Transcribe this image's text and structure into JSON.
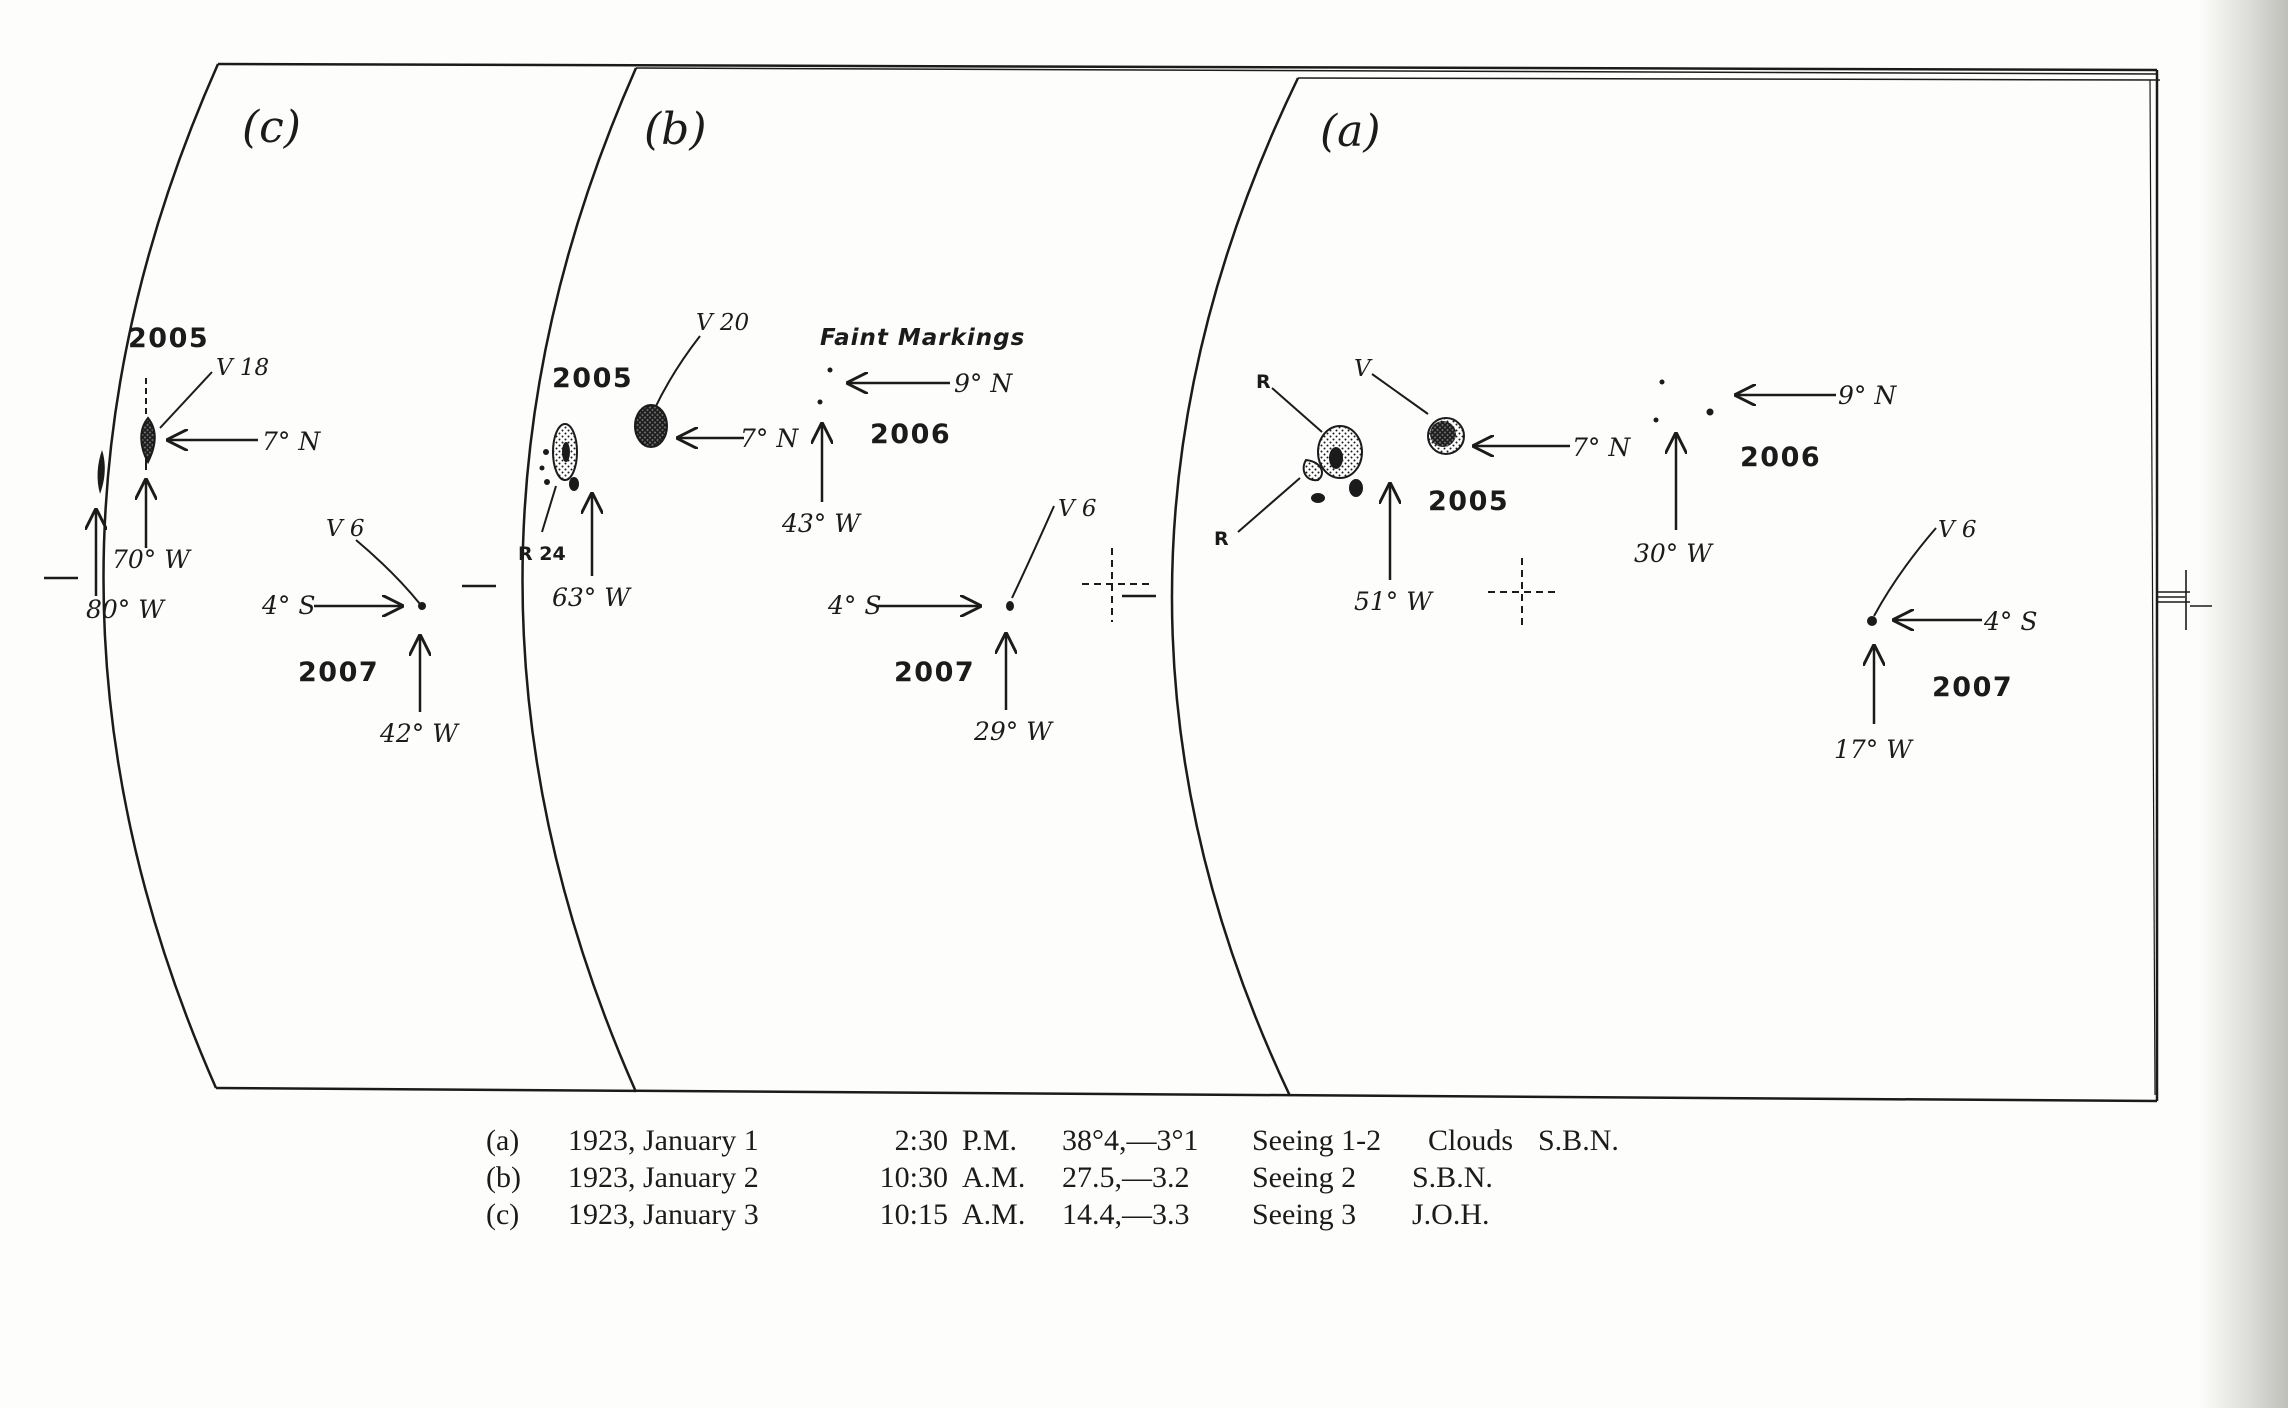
{
  "panels": [
    {
      "id": "a",
      "letter": "(a)",
      "spots": [
        {
          "number": "2005",
          "label": "V",
          "extra_label": "R",
          "longitude": "51° W",
          "latitude": "7° N"
        },
        {
          "number": "2006",
          "longitude": "30° W",
          "latitude": "9° N"
        },
        {
          "number": "2007",
          "label": "V 6",
          "longitude": "17° W",
          "latitude": "4° S"
        }
      ]
    },
    {
      "id": "b",
      "letter": "(b)",
      "note": "Faint Markings",
      "spots": [
        {
          "number": "2005",
          "label": "V 20",
          "extra_label": "R 24",
          "longitude": "63° W",
          "latitude": "7° N"
        },
        {
          "number": "2006",
          "longitude": "43° W",
          "latitude": "9° N"
        },
        {
          "number": "2007",
          "label": "V 6",
          "longitude": "29° W",
          "latitude": "4° S"
        }
      ]
    },
    {
      "id": "c",
      "letter": "(c)",
      "limb_longitude": "80° W",
      "spots": [
        {
          "number": "2005",
          "label": "V 18",
          "longitude": "70° W",
          "latitude": "7° N"
        },
        {
          "number": "2007",
          "label": "V 6",
          "longitude": "42° W",
          "latitude": "4° S"
        }
      ]
    }
  ],
  "caption": [
    {
      "key": "(a)",
      "date": "1923, January 1",
      "time": "2:30",
      "ampm": "P.M.",
      "pos": "38°4,—3°1",
      "seeing": "Seeing 1-2",
      "extra": "Clouds",
      "observer": "S.B.N."
    },
    {
      "key": "(b)",
      "date": "1923, January 2",
      "time": "10:30",
      "ampm": "A.M.",
      "pos": "27.5,—3.2",
      "seeing": "Seeing 2",
      "extra": "",
      "observer": "S.B.N."
    },
    {
      "key": "(c)",
      "date": "1923, January 3",
      "time": "10:15",
      "ampm": "A.M.",
      "pos": "14.4,—3.3",
      "seeing": "Seeing 3",
      "extra": "",
      "observer": "J.O.H."
    }
  ],
  "colors": {
    "ink": "#1b1b1b",
    "paper": "#fdfdfb"
  }
}
